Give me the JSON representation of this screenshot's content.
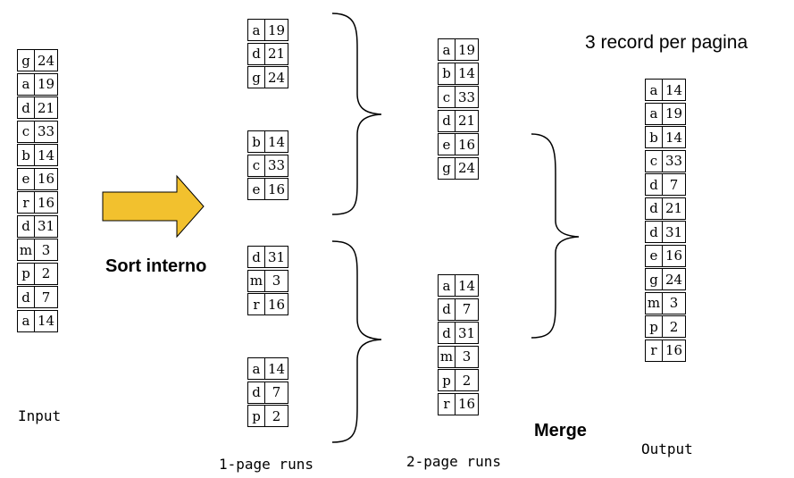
{
  "title": "3 record per pagina",
  "arrow_color": "#f2c12e",
  "labels": {
    "input": "Input",
    "sort": "Sort interno",
    "runs1": "1-page runs",
    "runs2": "2-page runs",
    "merge": "Merge",
    "output": "Output"
  },
  "input_records": [
    {
      "key": "g",
      "val": "24"
    },
    {
      "key": "a",
      "val": "19"
    },
    {
      "key": "d",
      "val": "21"
    },
    {
      "key": "c",
      "val": "33"
    },
    {
      "key": "b",
      "val": "14"
    },
    {
      "key": "e",
      "val": "16"
    },
    {
      "key": "r",
      "val": "16"
    },
    {
      "key": "d",
      "val": "31"
    },
    {
      "key": "m",
      "val": "3"
    },
    {
      "key": "p",
      "val": "2"
    },
    {
      "key": "d",
      "val": "7"
    },
    {
      "key": "a",
      "val": "14"
    }
  ],
  "one_page_runs": [
    [
      {
        "key": "a",
        "val": "19"
      },
      {
        "key": "d",
        "val": "21"
      },
      {
        "key": "g",
        "val": "24"
      }
    ],
    [
      {
        "key": "b",
        "val": "14"
      },
      {
        "key": "c",
        "val": "33"
      },
      {
        "key": "e",
        "val": "16"
      }
    ],
    [
      {
        "key": "d",
        "val": "31"
      },
      {
        "key": "m",
        "val": "3"
      },
      {
        "key": "r",
        "val": "16"
      }
    ],
    [
      {
        "key": "a",
        "val": "14"
      },
      {
        "key": "d",
        "val": "7"
      },
      {
        "key": "p",
        "val": "2"
      }
    ]
  ],
  "two_page_runs": [
    [
      {
        "key": "a",
        "val": "19"
      },
      {
        "key": "b",
        "val": "14"
      },
      {
        "key": "c",
        "val": "33"
      },
      {
        "key": "d",
        "val": "21"
      },
      {
        "key": "e",
        "val": "16"
      },
      {
        "key": "g",
        "val": "24"
      }
    ],
    [
      {
        "key": "a",
        "val": "14"
      },
      {
        "key": "d",
        "val": "7"
      },
      {
        "key": "d",
        "val": "31"
      },
      {
        "key": "m",
        "val": "3"
      },
      {
        "key": "p",
        "val": "2"
      },
      {
        "key": "r",
        "val": "16"
      }
    ]
  ],
  "output_records": [
    {
      "key": "a",
      "val": "14"
    },
    {
      "key": "a",
      "val": "19"
    },
    {
      "key": "b",
      "val": "14"
    },
    {
      "key": "c",
      "val": "33"
    },
    {
      "key": "d",
      "val": "7"
    },
    {
      "key": "d",
      "val": "21"
    },
    {
      "key": "d",
      "val": "31"
    },
    {
      "key": "e",
      "val": "16"
    },
    {
      "key": "g",
      "val": "24"
    },
    {
      "key": "m",
      "val": "3"
    },
    {
      "key": "p",
      "val": "2"
    },
    {
      "key": "r",
      "val": "16"
    }
  ]
}
